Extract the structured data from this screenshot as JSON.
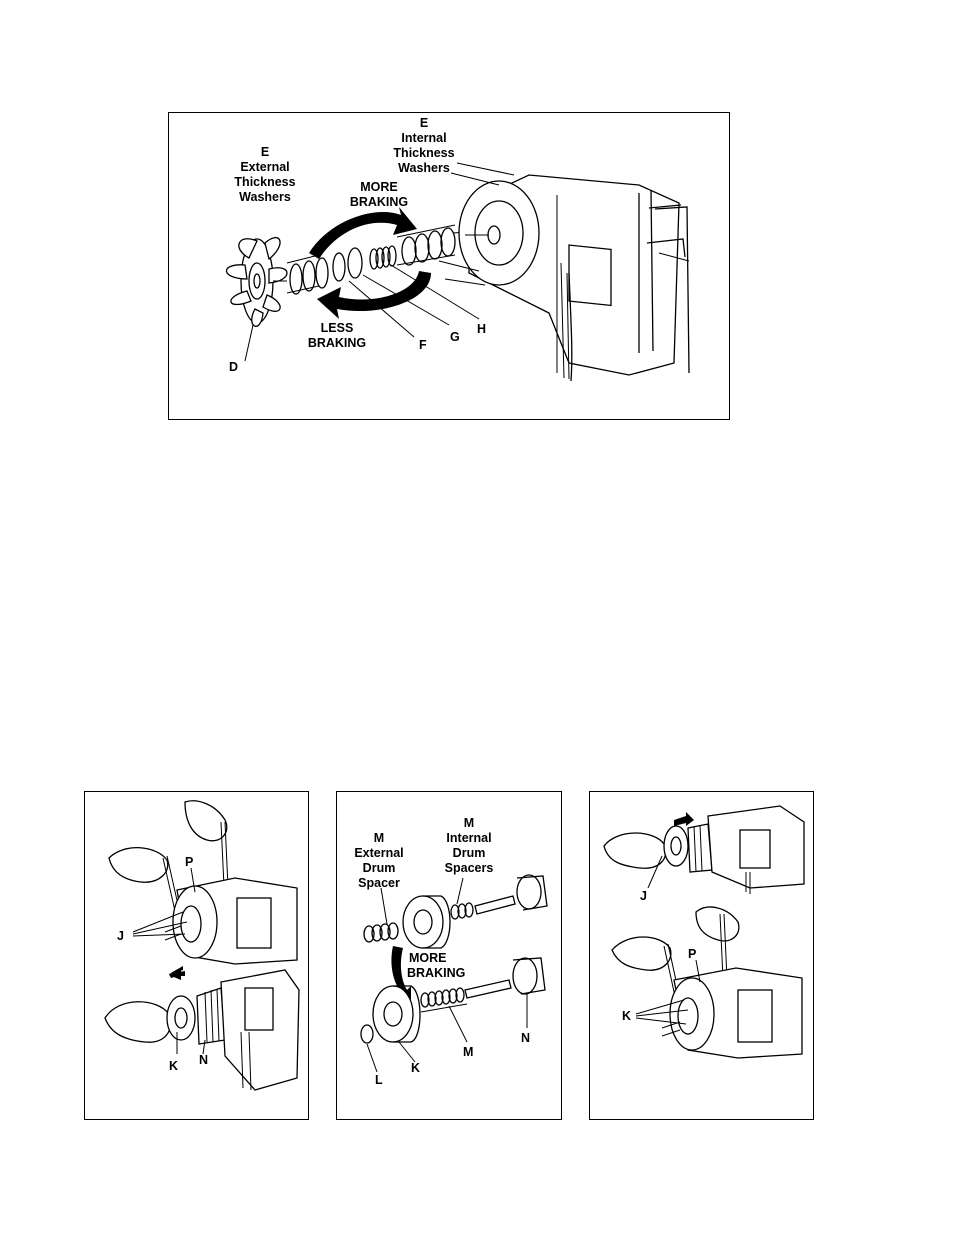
{
  "figure_top": {
    "external_washers": [
      "E",
      "External",
      "Thickness",
      "Washers"
    ],
    "internal_washers": [
      "E",
      "Internal",
      "Thickness",
      "Washers"
    ],
    "more_braking": [
      "MORE",
      "BRAKING"
    ],
    "less_braking": [
      "LESS",
      "BRAKING"
    ],
    "labels": {
      "d": "D",
      "f": "F",
      "g": "G",
      "h": "H"
    }
  },
  "figure_left": {
    "labels": {
      "p": "P",
      "j": "J",
      "k": "K",
      "n": "N"
    }
  },
  "figure_middle": {
    "external_spacer": [
      "M",
      "External",
      "Drum",
      "Spacer"
    ],
    "internal_spacers": [
      "M",
      "Internal",
      "Drum",
      "Spacers"
    ],
    "more_braking": [
      "MORE",
      "BRAKING"
    ],
    "labels": {
      "l": "L",
      "k": "K",
      "m": "M",
      "n": "N"
    }
  },
  "figure_right": {
    "labels": {
      "j": "J",
      "p": "P",
      "k": "K"
    }
  }
}
